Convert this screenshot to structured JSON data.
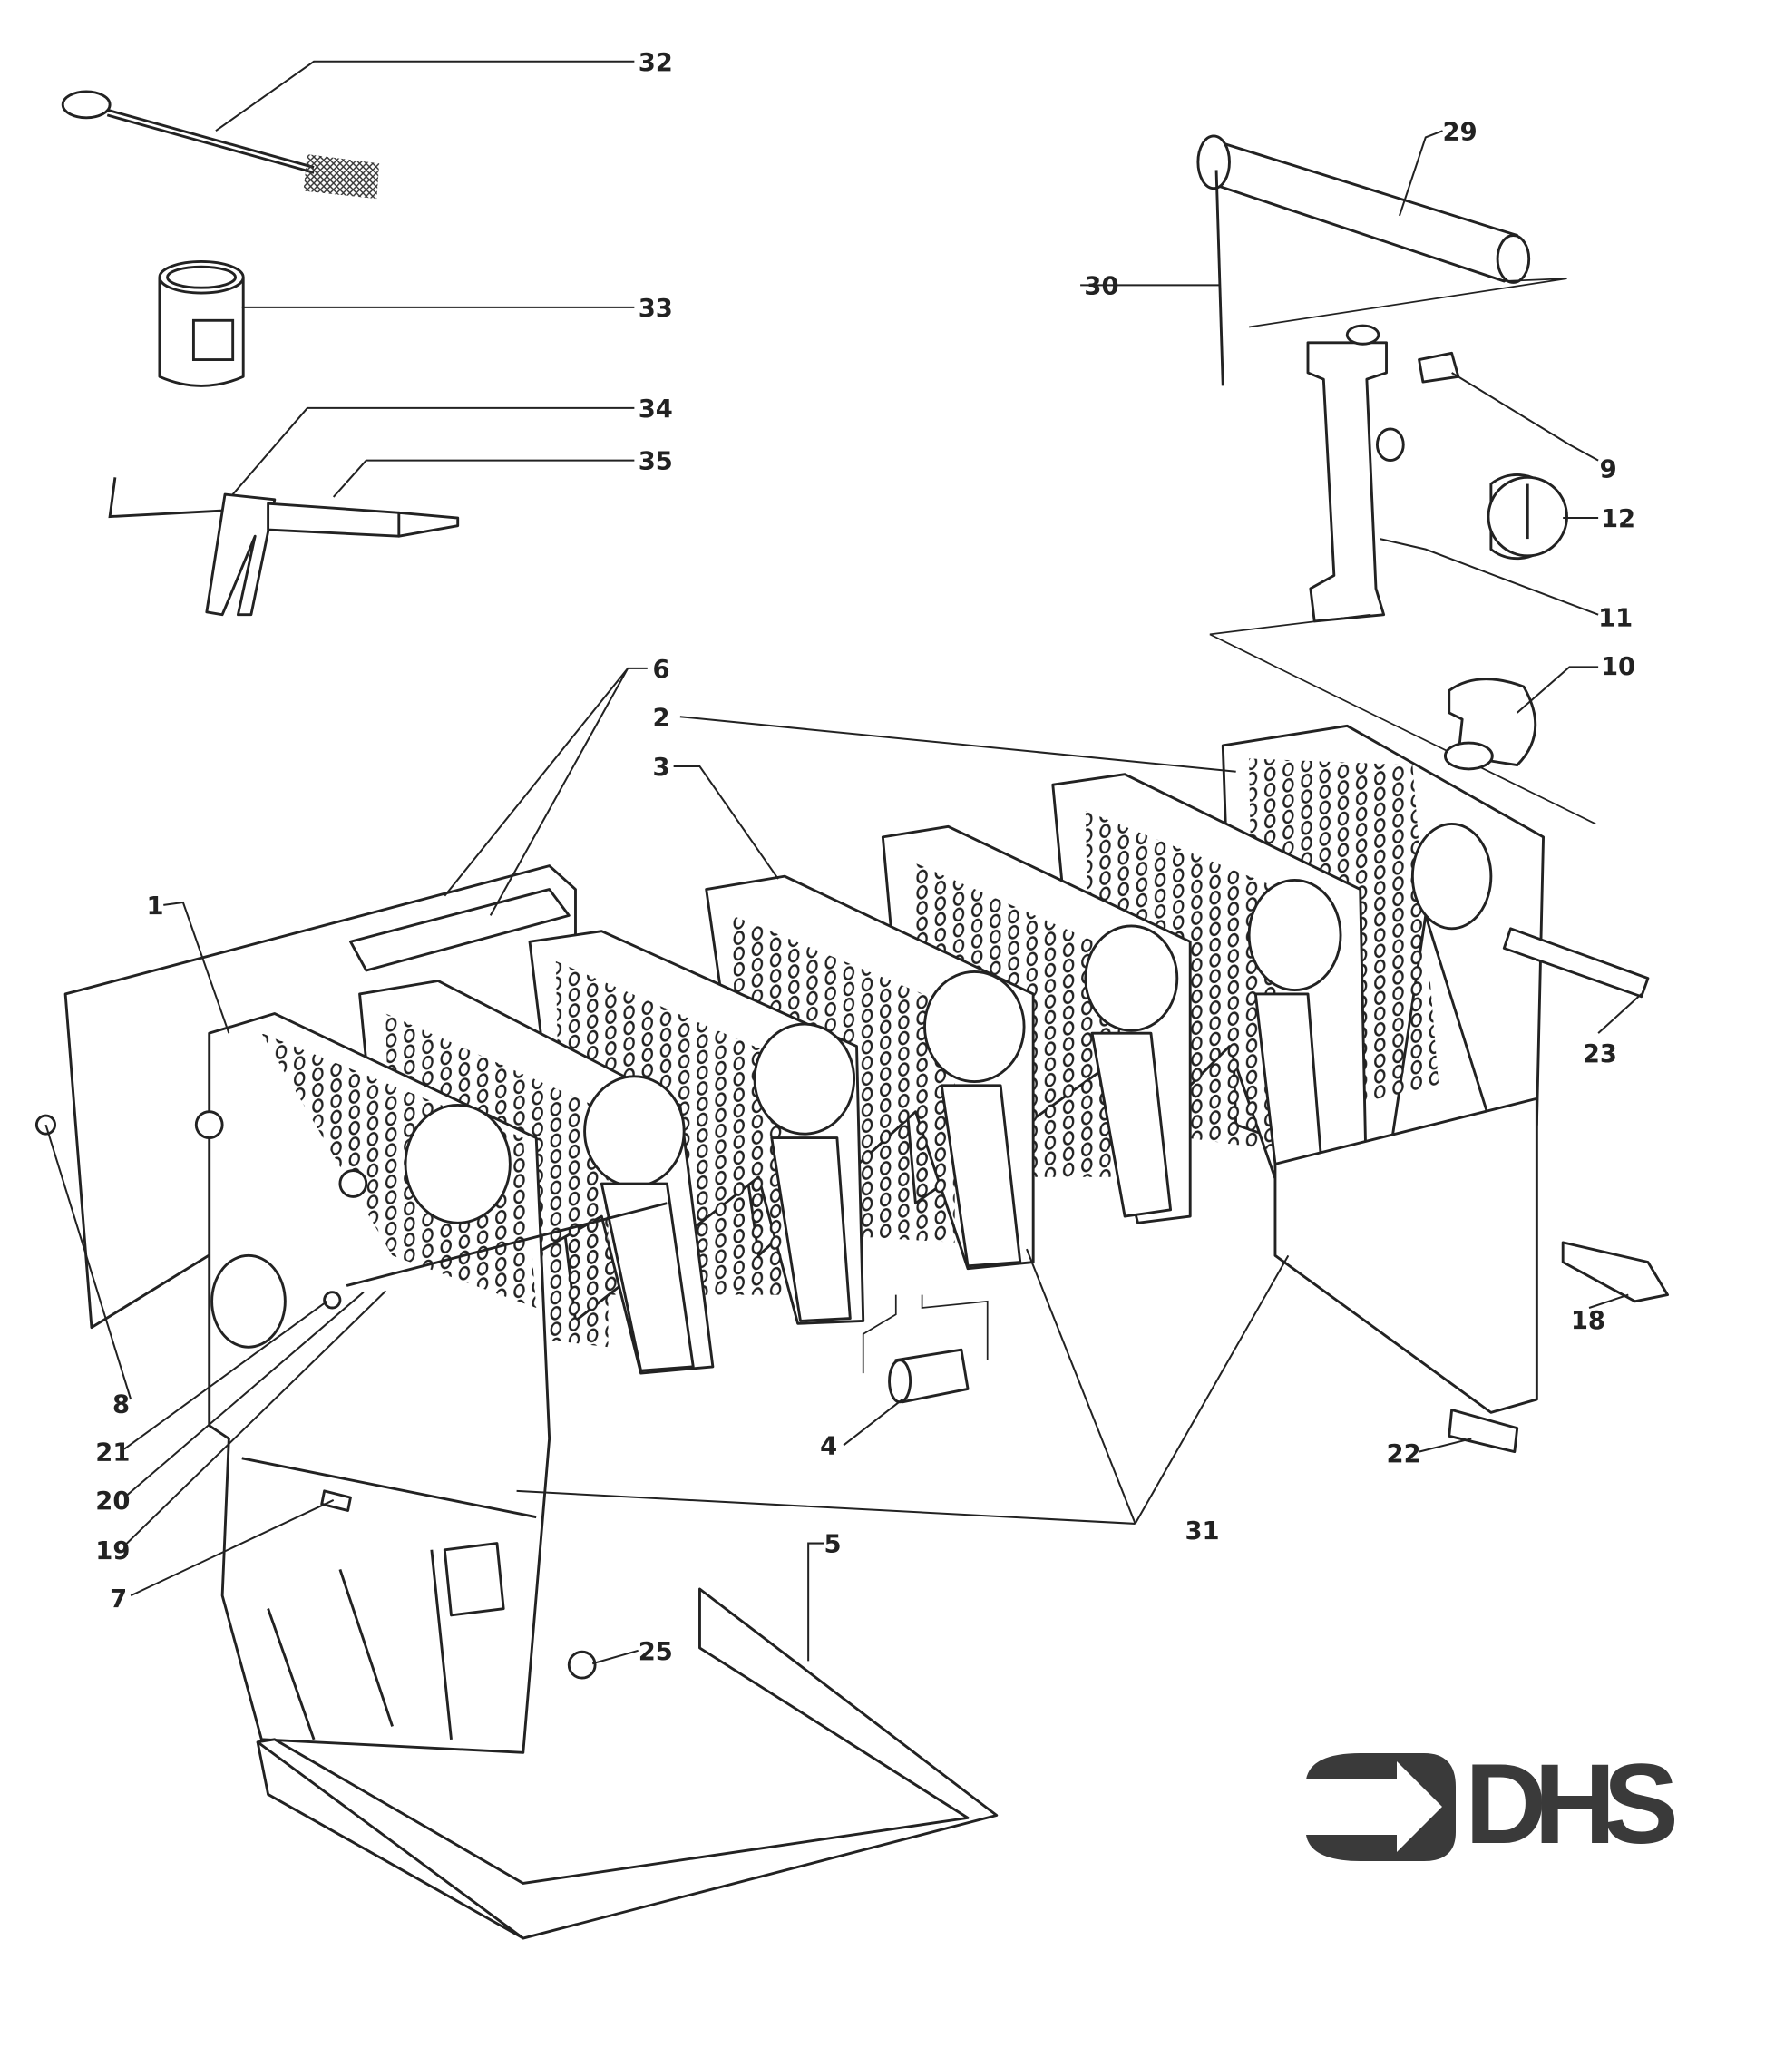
{
  "title": "Heat exchanger exploded parts diagram",
  "logo": {
    "text": "DHS",
    "color": "#3a3a3a"
  },
  "labels": {
    "p1": "1",
    "p2": "2",
    "p3": "3",
    "p4": "4",
    "p5": "5",
    "p6": "6",
    "p7": "7",
    "p8": "8",
    "p9": "9",
    "p10": "10",
    "p11": "11",
    "p12": "12",
    "p18": "18",
    "p19": "19",
    "p20": "20",
    "p21": "21",
    "p22": "22",
    "p23": "23",
    "p25": "25",
    "p29": "29",
    "p30": "30",
    "p31": "31",
    "p32": "32",
    "p33": "33",
    "p34": "34",
    "p35": "35"
  }
}
